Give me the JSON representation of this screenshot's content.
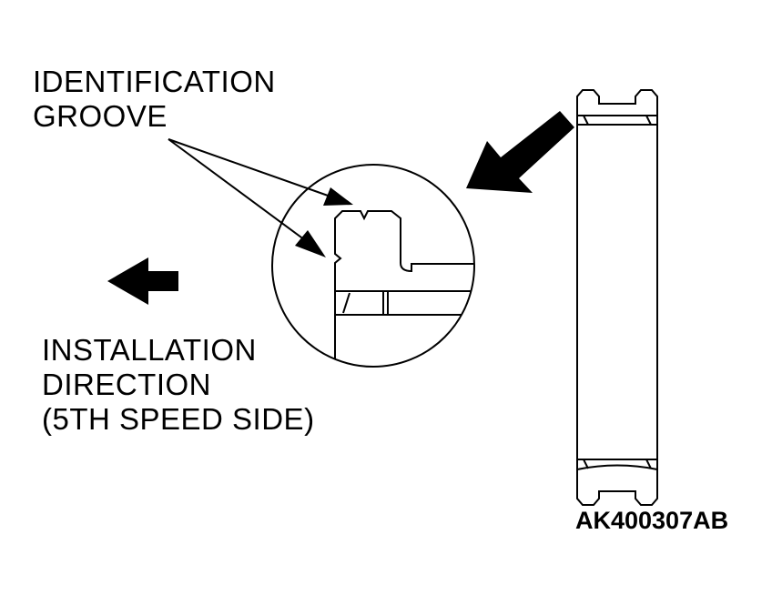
{
  "labels": {
    "groove_line1": "IDENTIFICATION",
    "groove_line2": "GROOVE",
    "direction_line1": "INSTALLATION",
    "direction_line2": "DIRECTION",
    "direction_line3": "(5TH SPEED SIDE)",
    "figure_code": "AK400307AB"
  },
  "colors": {
    "ink": "#000000",
    "paper": "#ffffff"
  }
}
